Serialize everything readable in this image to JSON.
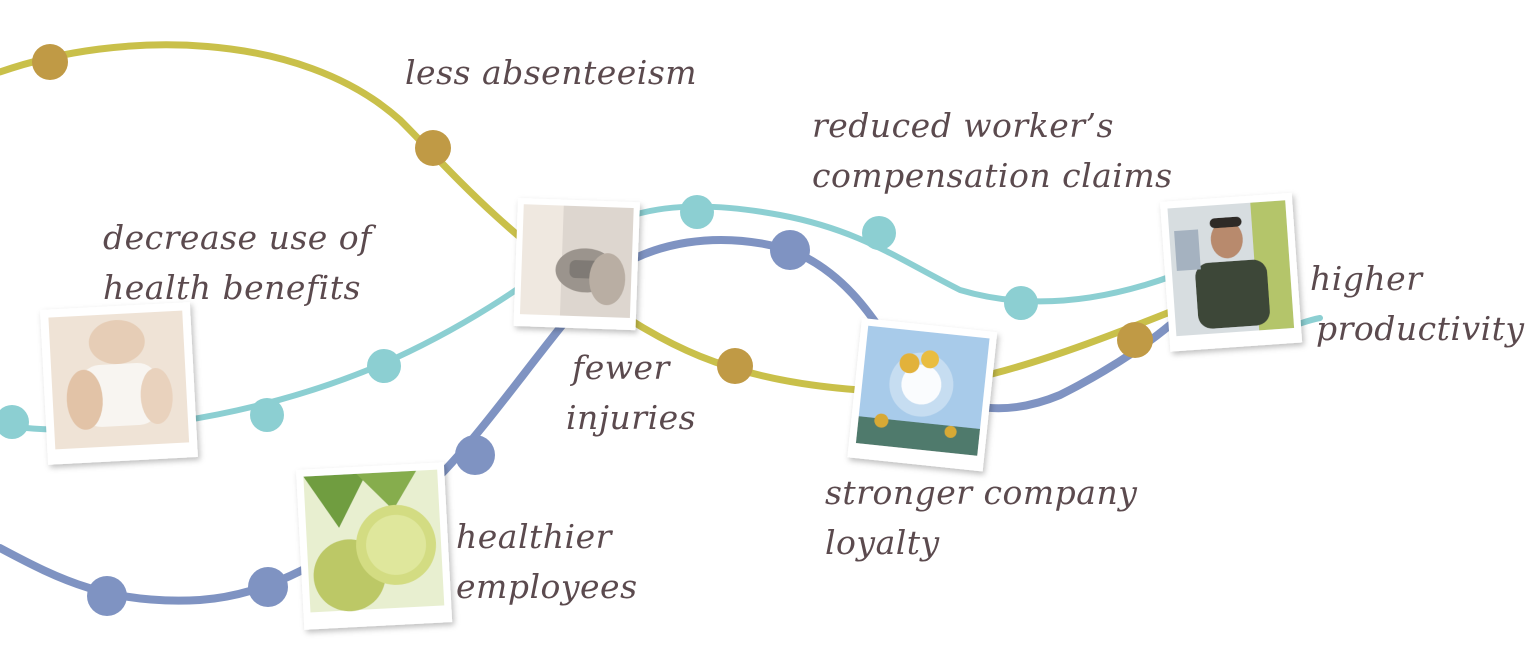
{
  "colors": {
    "gold_line": "#c9c04a",
    "gold_dot": "#c09a45",
    "teal": "#8ccfd2",
    "blue": "#7f93c2",
    "label_text": "#5b4a4e"
  },
  "labels": {
    "absenteeism": "less absenteeism",
    "health_benefits": [
      "decrease use of",
      "health benefits"
    ],
    "compensation": [
      "reduced worker’s",
      "compensation claims"
    ],
    "injuries": [
      "fewer",
      "injuries"
    ],
    "productivity": [
      "higher",
      "productivity"
    ],
    "loyalty": [
      "stronger company",
      "loyalty"
    ],
    "healthier": [
      "healthier",
      "employees"
    ]
  },
  "photos": [
    {
      "id": "stretching",
      "subject": "woman-stretching"
    },
    {
      "id": "dumbbell",
      "subject": "weight-lifting"
    },
    {
      "id": "sunflowers",
      "subject": "sunflowers-sun"
    },
    {
      "id": "worker",
      "subject": "smiling-worker"
    },
    {
      "id": "fruit",
      "subject": "green-fruit"
    }
  ]
}
